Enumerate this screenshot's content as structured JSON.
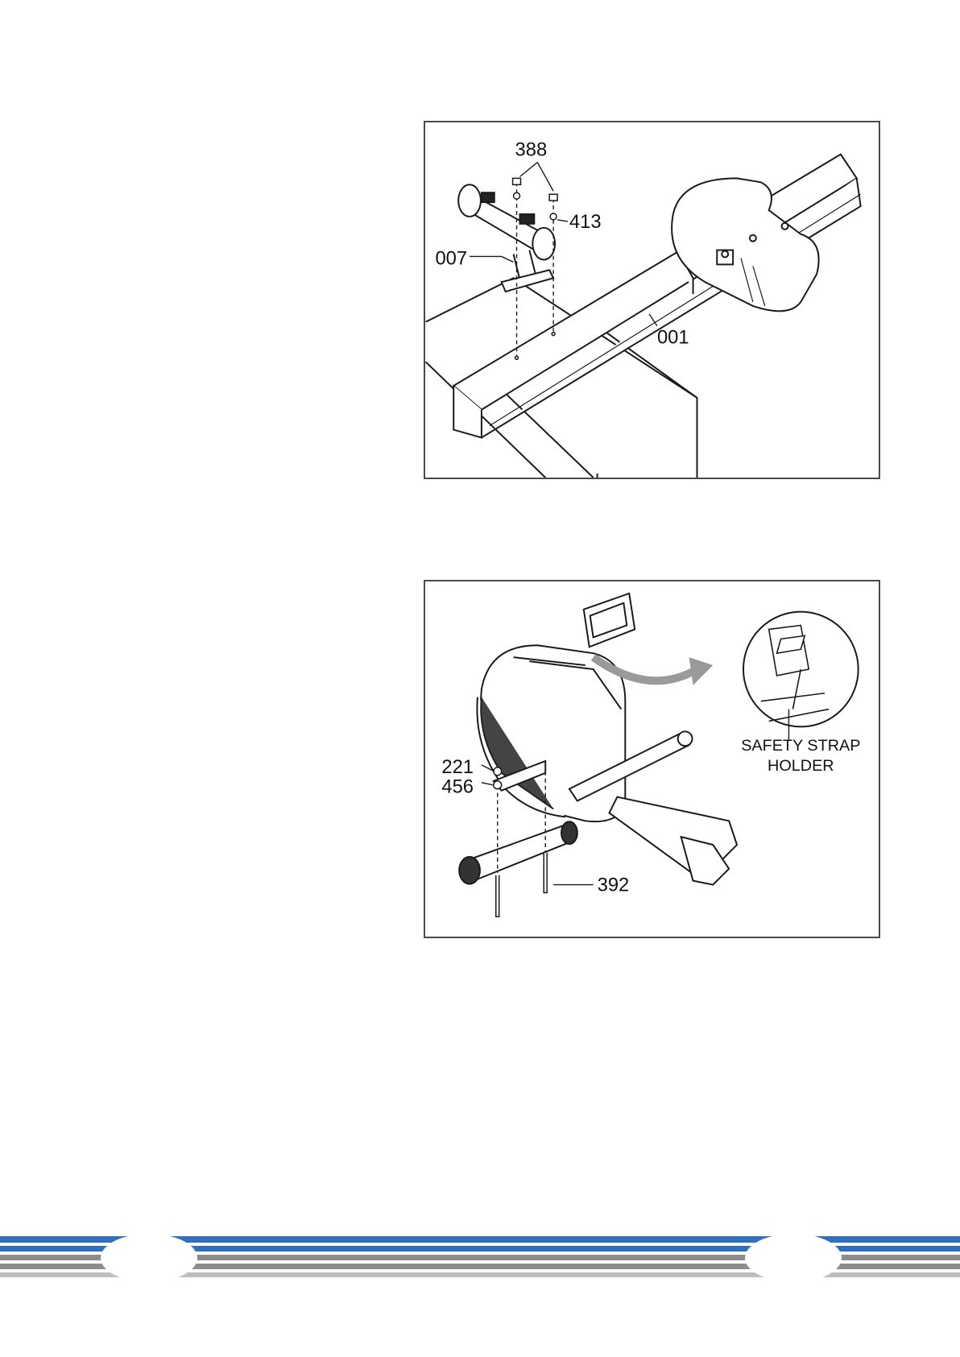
{
  "figures": [
    {
      "id": "step-figure-1",
      "callouts": {
        "bolt": "388",
        "washer": "413",
        "rear_stabilizer": "007",
        "main_rail": "001"
      }
    },
    {
      "id": "step-figure-2",
      "callouts": {
        "nut": "221",
        "washer": "456",
        "bolt": "392",
        "holder_line1": "SAFETY STRAP",
        "holder_line2": "HOLDER"
      }
    }
  ],
  "colors": {
    "stripe_blue": "#2f6fc0",
    "stripe_grey": "#8c8c8c",
    "stripe_light": "#bdbdbd",
    "line": "#1a1a1a",
    "arrow_grey": "#9a9a9a"
  }
}
